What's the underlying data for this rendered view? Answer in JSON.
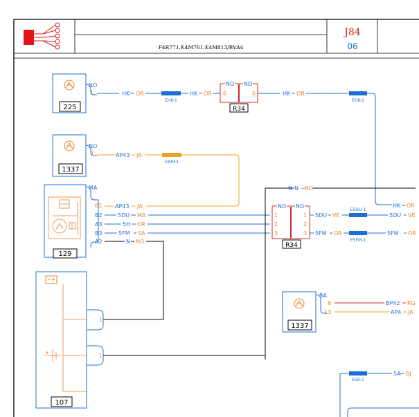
{
  "header": {
    "references": "F4R771,K4M761,K4M813/BVA4",
    "page_code": "J84",
    "page_number": "06"
  },
  "components": {
    "c225": {
      "id": "225",
      "pin_header": "NO",
      "pins": [
        "7"
      ]
    },
    "c1337a": {
      "id": "1337",
      "pin_header": "NO",
      "pins": [
        "1"
      ]
    },
    "c129": {
      "id": "129",
      "pin_header": "MA",
      "pins": [
        "B1",
        "B2",
        "A3",
        "B3",
        "A2"
      ]
    },
    "c107": {
      "id": "107",
      "pins": [
        "1",
        "1"
      ]
    },
    "c1337b": {
      "id": "1337",
      "pin_header": "BA",
      "pins": [
        "8",
        "13"
      ]
    }
  },
  "connectors": {
    "r34_top": {
      "label": "R34",
      "headers": [
        "NO",
        "NO"
      ],
      "pins": [
        "6",
        "6"
      ]
    },
    "r34_middle": {
      "label": "R34",
      "headers": [
        "NO",
        "NO"
      ],
      "pins_left": [
        "1",
        "2",
        "3"
      ],
      "pins_right": [
        "1",
        "2",
        "3"
      ]
    }
  },
  "wires": {
    "hk_or_1": [
      "HK",
      "OR"
    ],
    "hk_or_2": [
      "HK",
      "OR"
    ],
    "hk_or_3": [
      "HK",
      "OR"
    ],
    "hk_or_4": [
      "HK",
      "OR"
    ],
    "ap43_ja_1": [
      "AP43",
      "JA"
    ],
    "ap43_ja_2": [
      "AP43",
      "JA"
    ],
    "fivedu_ma": [
      "5DU",
      "MA"
    ],
    "fiveh_or": [
      "5H",
      "OR"
    ],
    "fivefm_sa": [
      "5FM",
      "SA"
    ],
    "n_no_1": [
      "N",
      "NO"
    ],
    "n_no_2": [
      "N",
      "NO"
    ],
    "fivedu_ve_1": [
      "5DU",
      "VE"
    ],
    "fivedu_ve_2": [
      "5DU",
      "VE"
    ],
    "fivefm_or_1": [
      "5FM",
      "OR"
    ],
    "fivefm_or_2": [
      "5FM",
      "OR"
    ],
    "bp42_rg": [
      "BP42",
      "RG"
    ],
    "ap4_ja": [
      "AP4",
      "JA"
    ],
    "fivea_bj": [
      "5A",
      "BJ"
    ]
  },
  "splices": {
    "ehk1_a": "EHK-1",
    "ehk1_b": "EHK-1",
    "eap43": "EAP43",
    "e5du1": "E5DU-1",
    "e5fm1": "E5FM-1",
    "e5a1": "E5A-1"
  },
  "colors": {
    "wire_blue": "#1f6fd0",
    "wire_orange": "#f0a020",
    "wire_red": "#d62a2a",
    "pin_orange": "#e8822a",
    "connector_red": "#d62a2a",
    "splice_blue": "#1f6fd0",
    "splice_orange": "#f0a020",
    "header_red": "#cc1f1f"
  }
}
